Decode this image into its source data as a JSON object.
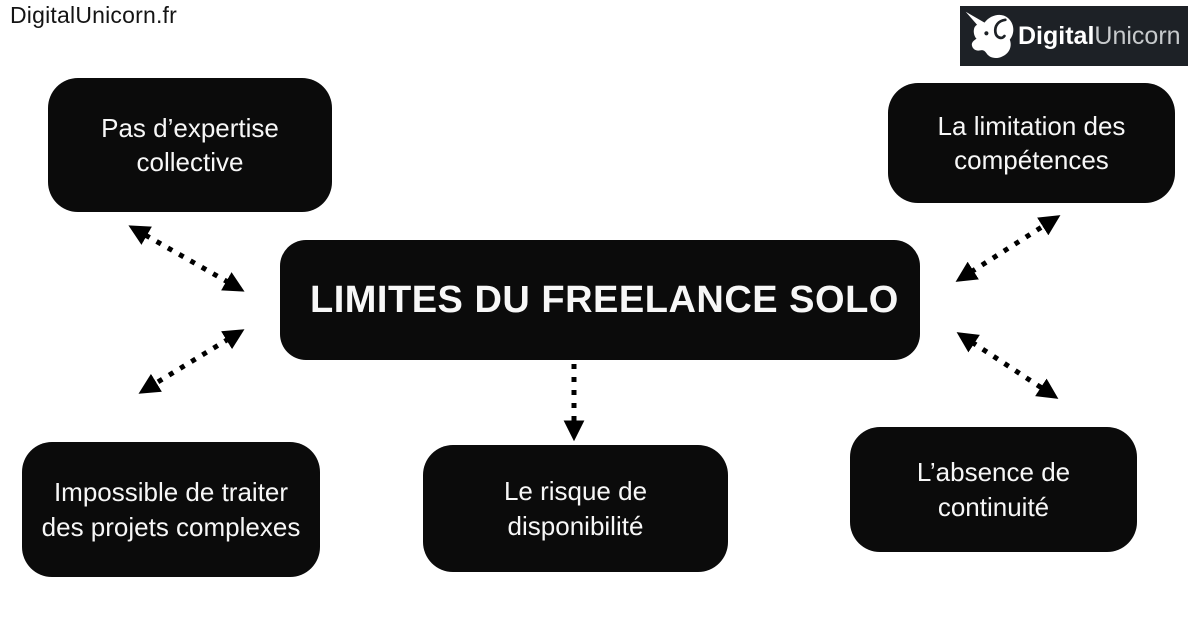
{
  "page": {
    "site_label": "DigitalUnicorn.fr",
    "background_color": "#ffffff"
  },
  "logo": {
    "brand_bold": "Digital",
    "brand_light": "Unicorn",
    "bg_color": "#1d2126",
    "icon": "unicorn-head-icon"
  },
  "diagram": {
    "title": "LIMITES DU FREELANCE SOLO",
    "node_bg_color": "#0b0b0b",
    "node_text_color": "#f7f7f7",
    "connector_color": "#000000",
    "connector_style": "dotted",
    "nodes": {
      "top_left": {
        "label": "Pas d’expertise\ncollective"
      },
      "top_right": {
        "label": "La limitation des\ncompétences"
      },
      "bottom_left": {
        "label": "Impossible de traiter\ndes projets complexes"
      },
      "bottom_center": {
        "label": "Le risque de\ndisponibilité"
      },
      "bottom_right": {
        "label": "L’absence de\ncontinuité"
      }
    },
    "edges": [
      {
        "from": "center",
        "to": "top_left",
        "bidirectional": true
      },
      {
        "from": "center",
        "to": "bottom_left",
        "bidirectional": true
      },
      {
        "from": "center",
        "to": "bottom_center",
        "bidirectional": false
      },
      {
        "from": "center",
        "to": "top_right",
        "bidirectional": true
      },
      {
        "from": "center",
        "to": "bottom_right",
        "bidirectional": true
      }
    ]
  }
}
